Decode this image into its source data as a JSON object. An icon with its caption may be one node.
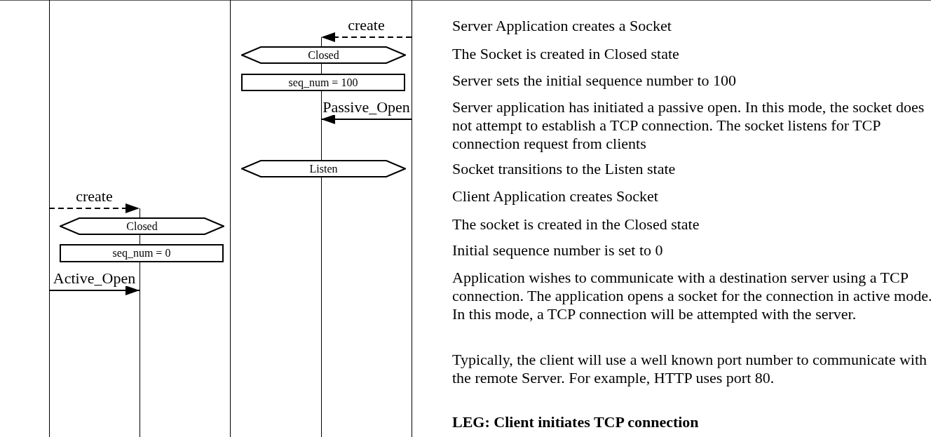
{
  "diagram": {
    "nodes": [
      {
        "text": [],
        "shape": "bar"
      },
      {
        "text": [],
        "shape": "bar"
      },
      {
        "text": [],
        "shape": "bar"
      },
      {
        "text": [],
        "shape": "bar"
      },
      {
        "text": [],
        "shape": "bar"
      },
      {
        "text": [
          "Closed"
        ]
      },
      {
        "text": [
          "seq_num = 100"
        ]
      },
      {
        "text": [
          "Listen"
        ]
      },
      {
        "text": [
          "Closed"
        ]
      },
      {
        "text": [
          "seq_num = 0"
        ]
      }
    ],
    "edges": [
      {
        "from": 4,
        "to": 3,
        "arrow": "to",
        "style": "dashed",
        "label": "create"
      },
      {
        "from": 4,
        "to": 3,
        "arrow": "to",
        "label": "Passive_Open"
      },
      {
        "from": 0,
        "to": 1,
        "arrow": "to",
        "style": "dashed",
        "label": "create"
      },
      {
        "from": 0,
        "to": 1,
        "arrow": "to",
        "label": "Active_Open"
      }
    ],
    "labels": [
      "Server Application creates a Socket",
      "The Socket is created in Closed state",
      "Server sets the initial sequence number to 100",
      "Server application has initiated a passive open. In this mode, the socket does not attempt to establish a TCP connection. The socket listens for TCP connection request from clients",
      "Socket transitions to the Listen state",
      "Client Application creates Socket",
      "The socket is created in the Closed state",
      "Initial sequence number is set to 0",
      "Application wishes to communicate with a destination server using a TCP connection. The application opens a socket for the connection in active mode. In this mode, a TCP connection will be attempted with the server.",
      "Typically, the client will use a well known port number to communicate with the remote Server. For example, HTTP uses port 80.",
      "LEG: Client initiates TCP connection"
    ]
  }
}
